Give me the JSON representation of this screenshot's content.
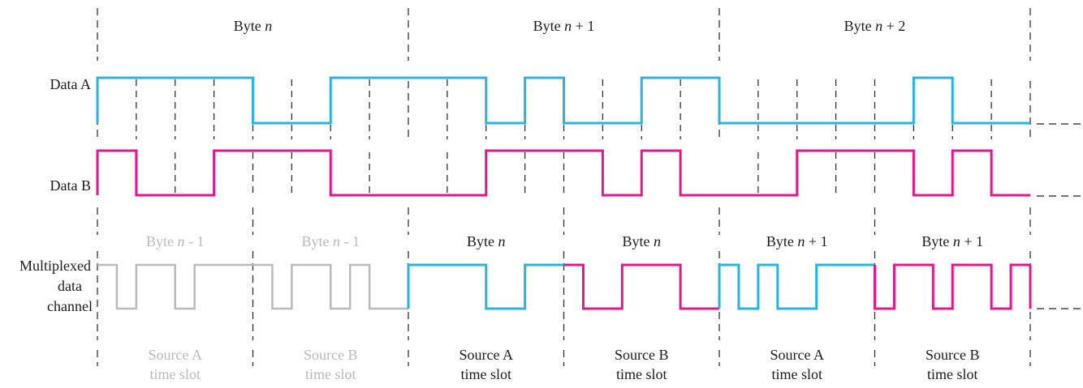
{
  "colors": {
    "data_a": "#29b3e2",
    "data_b": "#e0188c",
    "previous": "#b9b9b9",
    "text": "#1a1a1a"
  },
  "signals": {
    "data_a": {
      "label": "Data A",
      "levels_by_byte": [
        [
          1,
          1,
          1,
          1,
          0,
          0,
          1,
          1
        ],
        [
          1,
          1,
          0,
          1,
          0,
          0,
          1,
          1
        ],
        [
          0,
          0,
          0,
          0,
          0,
          1,
          0,
          0
        ]
      ]
    },
    "data_b": {
      "label": "Data B",
      "levels_by_byte": [
        [
          1,
          0,
          0,
          1,
          1,
          1,
          0,
          0
        ],
        [
          0,
          0,
          1,
          1,
          1,
          0,
          1,
          0
        ],
        [
          0,
          0,
          1,
          1,
          1,
          0,
          1,
          0
        ]
      ]
    },
    "multiplexed": {
      "label_lines": [
        "Multiplexed",
        "data",
        "channel"
      ],
      "slots": [
        {
          "source": "a",
          "byte": 0,
          "style": "previous",
          "levels": [
            1,
            0,
            1,
            1,
            0,
            1,
            1,
            1
          ]
        },
        {
          "source": "b",
          "byte": 0,
          "style": "previous",
          "levels": [
            1,
            0,
            1,
            1,
            0,
            1,
            0,
            0
          ]
        },
        {
          "source": "a",
          "byte": 1,
          "style": "current",
          "levels": [
            1,
            1,
            1,
            1,
            0,
            0,
            1,
            1
          ]
        },
        {
          "source": "b",
          "byte": 1,
          "style": "current",
          "levels": [
            1,
            0,
            0,
            1,
            1,
            1,
            0,
            0
          ]
        },
        {
          "source": "a",
          "byte": 2,
          "style": "current",
          "levels": [
            1,
            0,
            1,
            0,
            0,
            1,
            1,
            1
          ]
        },
        {
          "source": "b",
          "byte": 2,
          "style": "current",
          "levels": [
            0,
            1,
            1,
            0,
            1,
            1,
            0,
            1
          ]
        }
      ]
    }
  },
  "byte_headers": [
    {
      "prefix": "Byte ",
      "var": "n",
      "suffix": ""
    },
    {
      "prefix": "Byte ",
      "var": "n",
      "suffix": " + 1"
    },
    {
      "prefix": "Byte ",
      "var": "n",
      "suffix": " + 2"
    }
  ],
  "slot_byte_labels": [
    {
      "prefix": "Byte ",
      "var": "n",
      "suffix": " - 1",
      "style": "previous"
    },
    {
      "prefix": "Byte ",
      "var": "n",
      "suffix": " - 1",
      "style": "previous"
    },
    {
      "prefix": "Byte ",
      "var": "n",
      "suffix": "",
      "style": "current"
    },
    {
      "prefix": "Byte ",
      "var": "n",
      "suffix": "",
      "style": "current"
    },
    {
      "prefix": "Byte ",
      "var": "n",
      "suffix": " + 1",
      "style": "current"
    },
    {
      "prefix": "Byte ",
      "var": "n",
      "suffix": " + 1",
      "style": "current"
    }
  ],
  "time_slots": [
    {
      "line1": "Source A",
      "line2": "time slot",
      "style": "previous"
    },
    {
      "line1": "Source B",
      "line2": "time slot",
      "style": "previous"
    },
    {
      "line1": "Source A",
      "line2": "time slot",
      "style": "current"
    },
    {
      "line1": "Source B",
      "line2": "time slot",
      "style": "current"
    },
    {
      "line1": "Source A",
      "line2": "time slot",
      "style": "current"
    },
    {
      "line1": "Source B",
      "line2": "time slot",
      "style": "current"
    }
  ]
}
